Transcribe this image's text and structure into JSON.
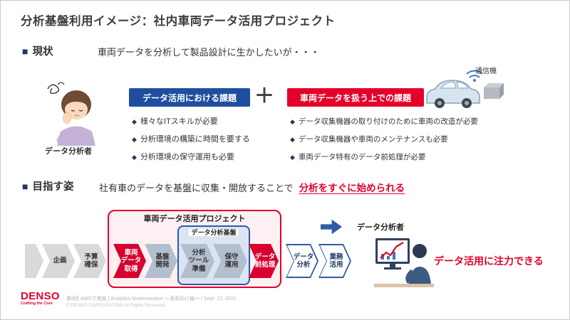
{
  "title": "分析基盤利用イメージ：社内車両データ活用プロジェクト",
  "icons": {
    "diamond": "◆",
    "square": "■"
  },
  "colors": {
    "denso_red": "#e4002b",
    "navy_blue": "#1f4e9f",
    "accent_blue": "#2e5aa8"
  },
  "current": {
    "heading": "現状",
    "lead": "車両データを分析して製品設計に生かしたいが・・・",
    "analyst_label": "データ分析者",
    "plus": "＋",
    "car_device_label": "通信機",
    "data_challenges": {
      "title": "データ活用における課題",
      "items": [
        "様々なITスキルが必要",
        "分析環境の構築に時間を要する",
        "分析環境の保守運用も必要"
      ]
    },
    "vehicle_challenges": {
      "title": "車両データを扱う上での課題",
      "items": [
        "データ収集機器の取り付けのために車両の改造が必要",
        "データ収集機器や車両のメンテナンスも必要",
        "車両データ特有のデータ前処理が必要"
      ]
    }
  },
  "target": {
    "heading": "目指す姿",
    "lead": "社有車のデータを基盤に収集・開放することで",
    "lead_highlight": "分析をすぐに始められる",
    "project_label": "車両データ活用プロジェクト",
    "platform_label": "データ分析基盤",
    "analyst_label": "データ分析者",
    "result": "データ活用に注力できる",
    "steps": {
      "plan": "企画",
      "budget": "予算\n確保",
      "acquire": "車両\nデータ\n取得",
      "develop": "基盤\n開発",
      "tools": "分析\nツール\n準備",
      "maintain": "保守\n運用",
      "preprocess": "データ\n前処理",
      "analyze": "データ\n分析",
      "utilize": "業務\n活用"
    }
  },
  "footer": {
    "logo": "DENSO",
    "tagline": "Crafting the Core",
    "event": "第8回 AWSで実践 | Analytics Modernization ～車両向け編～ / Sept. 22, 2022",
    "copyright": "© DENSO CORPORATION All Rights Reserved."
  }
}
